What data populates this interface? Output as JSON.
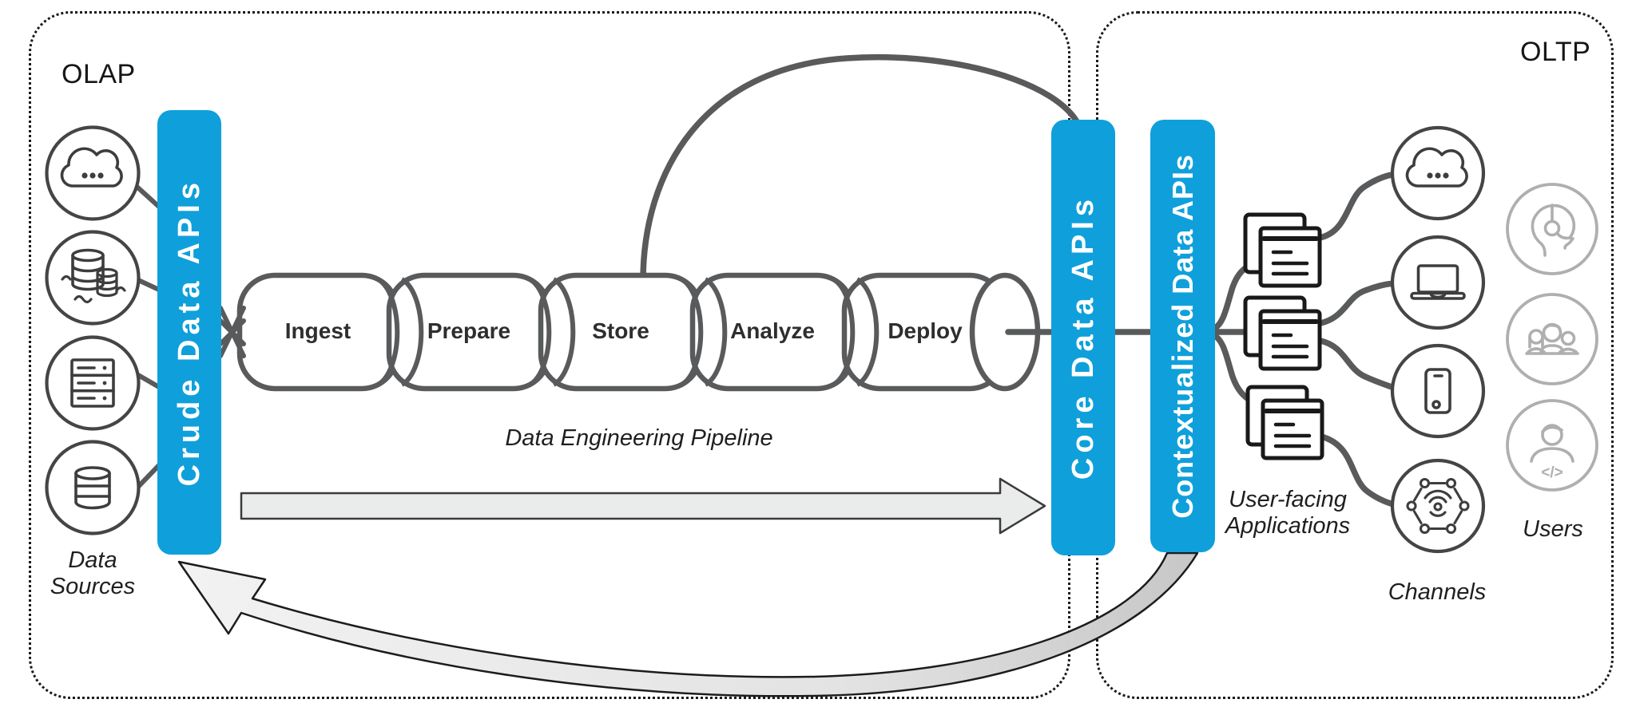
{
  "regions": {
    "olap": {
      "label": "OLAP"
    },
    "oltp": {
      "label": "OLTP"
    }
  },
  "api_bars": [
    {
      "id": "crude",
      "label": "Crude Data APIs"
    },
    {
      "id": "core",
      "label": "Core Data APIs"
    },
    {
      "id": "contextualized",
      "label": "Contextualized Data APIs"
    }
  ],
  "pipeline": {
    "stages": [
      "Ingest",
      "Prepare",
      "Store",
      "Analyze",
      "Deploy"
    ],
    "caption": "Data Engineering Pipeline"
  },
  "captions": {
    "data_sources": "Data Sources",
    "user_facing_apps": "User-facing Applications",
    "channels": "Channels",
    "users": "Users"
  },
  "icons": {
    "sources": [
      "cloud",
      "data-lake",
      "server-rack",
      "database"
    ],
    "apps": [
      "app-windows",
      "app-windows",
      "app-windows"
    ],
    "channels": [
      "cloud",
      "laptop",
      "smartphone",
      "iot-network"
    ],
    "users": [
      "support-agent",
      "user-group",
      "developer"
    ],
    "code_glyph": "</>"
  },
  "colors": {
    "api_blue": "#0FA0DB",
    "line_gray": "#595A5C",
    "icon_dark": "#3D3D3D",
    "icon_light": "#AFAFAF",
    "flow_arrow_fill": "#EAEBEB",
    "return_arrow_light": "#F2F2F2",
    "return_arrow_dark": "#C7C7C7"
  }
}
